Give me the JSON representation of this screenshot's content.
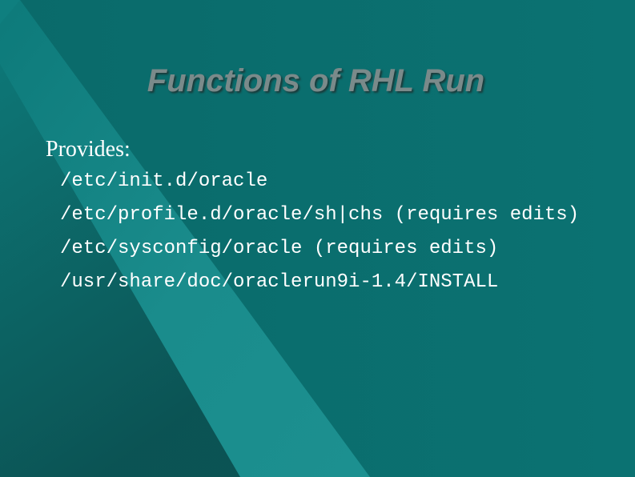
{
  "slide": {
    "title": "Functions of  RHL Run",
    "lead": "Provides:",
    "items": [
      "/etc/init.d/oracle",
      "/etc/profile.d/oracle/sh|chs (requires edits)",
      "/etc/sysconfig/oracle (requires edits)",
      "/usr/share/doc/oraclerun9i-1.4/INSTALL"
    ]
  },
  "colors": {
    "background": "#0a6e6e",
    "title": "#7a8a8a",
    "text": "#ffffff"
  }
}
